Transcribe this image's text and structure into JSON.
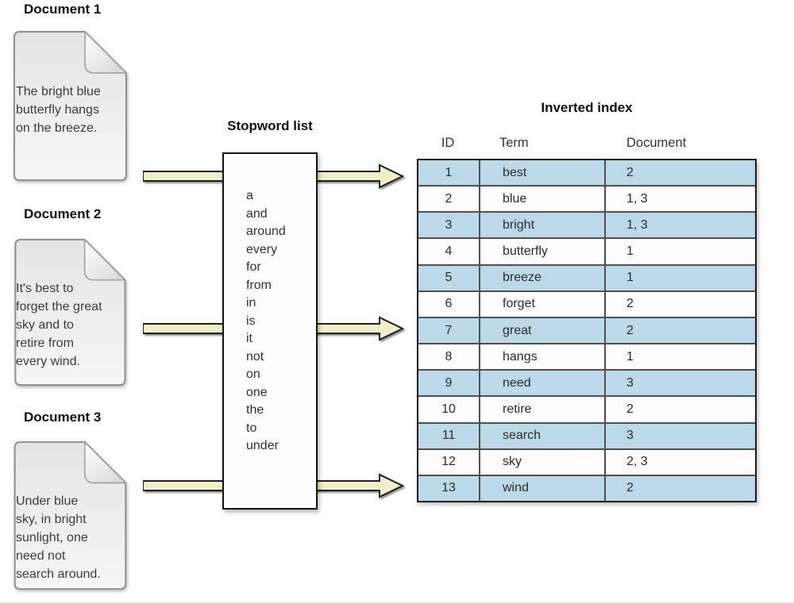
{
  "documents": [
    {
      "label": "Document 1",
      "lines": [
        "The bright blue",
        "butterfly hangs",
        "on the breeze."
      ]
    },
    {
      "label": "Document 2",
      "lines": [
        "It's best to",
        "forget the great",
        "sky and to",
        "retire from",
        "every wind."
      ]
    },
    {
      "label": "Document 3",
      "lines": [
        "Under blue",
        "sky, in bright",
        "sunlight, one",
        "need not",
        "search around."
      ]
    }
  ],
  "stopwords": {
    "title": "Stopword list",
    "words": [
      "a",
      "and",
      "around",
      "every",
      "for",
      "from",
      "in",
      "is",
      "it",
      "not",
      "on",
      "one",
      "the",
      "to",
      "under"
    ]
  },
  "inverted_index": {
    "title": "Inverted index",
    "columns": [
      "ID",
      "Term",
      "Document"
    ],
    "rows": [
      {
        "id": "1",
        "term": "best",
        "document": "2"
      },
      {
        "id": "2",
        "term": "blue",
        "document": "1, 3"
      },
      {
        "id": "3",
        "term": "bright",
        "document": "1, 3"
      },
      {
        "id": "4",
        "term": "butterfly",
        "document": "1"
      },
      {
        "id": "5",
        "term": "breeze",
        "document": "1"
      },
      {
        "id": "6",
        "term": "forget",
        "document": "2"
      },
      {
        "id": "7",
        "term": "great",
        "document": "2"
      },
      {
        "id": "8",
        "term": "hangs",
        "document": "1"
      },
      {
        "id": "9",
        "term": "need",
        "document": "3"
      },
      {
        "id": "10",
        "term": "retire",
        "document": "2"
      },
      {
        "id": "11",
        "term": "search",
        "document": "3"
      },
      {
        "id": "12",
        "term": "sky",
        "document": "2, 3"
      },
      {
        "id": "13",
        "term": "wind",
        "document": "2"
      }
    ]
  },
  "colors": {
    "row_highlight": "#bcd9ea",
    "row_plain": "#fdfdfd",
    "arrow_fill": "#efefc9",
    "table_border": "#1b1b1b"
  }
}
